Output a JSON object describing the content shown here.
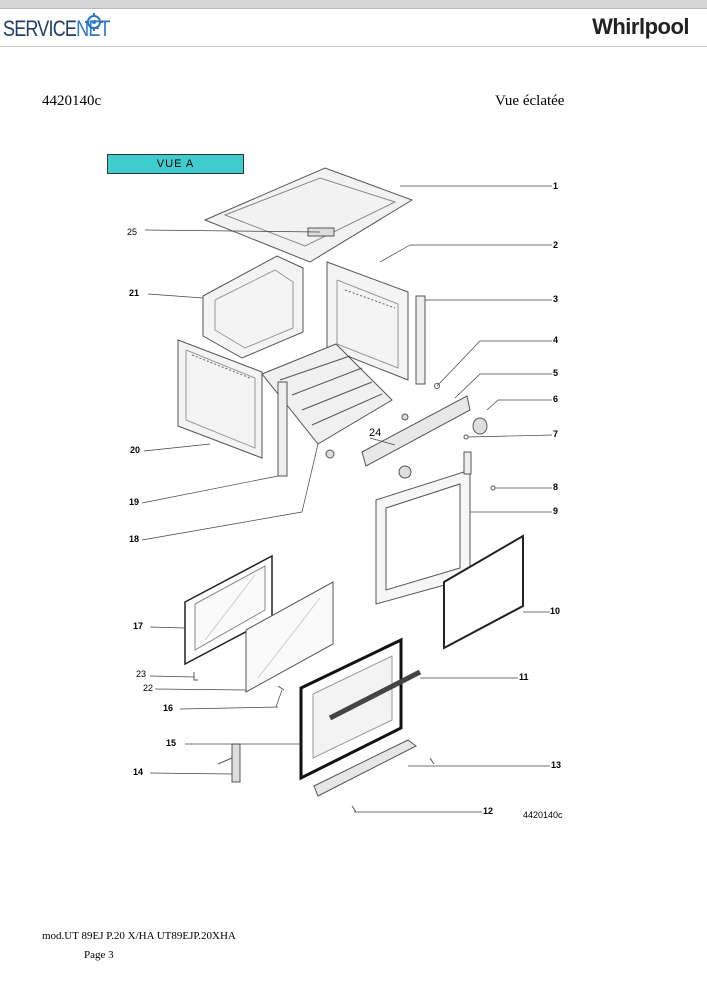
{
  "header": {
    "servicenet_logo": {
      "part1": "SERVICE",
      "part2": "NET"
    },
    "whirlpool_logo": "Whirlpool"
  },
  "document": {
    "number": "4420140c",
    "title": "Vue éclatée"
  },
  "diagram": {
    "view_label": "VUE A",
    "callouts": [
      "1",
      "2",
      "3",
      "4",
      "5",
      "6",
      "7",
      "8",
      "9",
      "10",
      "11",
      "12",
      "13",
      "14",
      "15",
      "16",
      "17",
      "18",
      "19",
      "20",
      "21",
      "22",
      "23",
      "24",
      "25"
    ],
    "ref_code": "4420140c"
  },
  "footer": {
    "model": "mod.UT 89EJ P.20 X/HA UT89EJP.20XHA",
    "page": "Page 3"
  },
  "colors": {
    "view_box": "#3fcccc",
    "servicenet_dark": "#1f3d66",
    "servicenet_light": "#2e76c4"
  }
}
